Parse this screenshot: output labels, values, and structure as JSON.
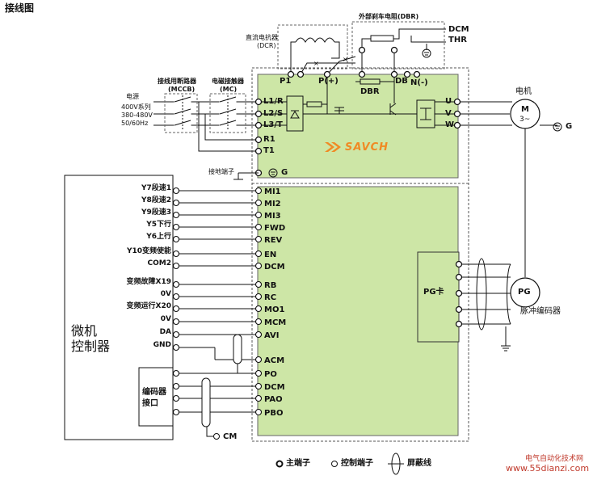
{
  "title": "接线图",
  "power": {
    "label": "电源",
    "spec": [
      "400V系列",
      "380-480V",
      "50/60Hz"
    ],
    "mccb_label": [
      "接线用断路器",
      "(MCCB)"
    ],
    "mc_label": [
      "电磁接触器",
      "(MC)"
    ],
    "ground_terminal_label": "接地端子"
  },
  "dcr_label": [
    "直流电抗器",
    "(DCR)"
  ],
  "dbr_ext_label": "外部刹车电阻(DBR)",
  "dcm_top": "DCM",
  "thr": "THR",
  "top_terminals": [
    "P1",
    "P(+)",
    "DB",
    "N(-)"
  ],
  "dbr_internal": "DBR",
  "input_terminals": [
    "L1/R",
    "L2/S",
    "L3/T",
    "R1",
    "T1",
    "G"
  ],
  "output_terminals": [
    "U",
    "V",
    "W"
  ],
  "motor": {
    "label": "电机",
    "symbol": "M",
    "phase": "3~",
    "ground": "G"
  },
  "brand": "SAVCH",
  "controller": {
    "label_line1": "微机",
    "label_line2": "控制器"
  },
  "encoder_interface": {
    "line1": "编码器",
    "line2": "接口"
  },
  "signals_left": [
    "Y7段速1",
    "Y8段速2",
    "Y9段速3",
    "Y5下行",
    "Y6上行",
    "Y10变频使能",
    "COM2",
    "变频故障X19",
    "0V",
    "变频运行X20",
    "0V",
    "DA",
    "GND"
  ],
  "control_terminals": [
    "MI1",
    "MI2",
    "MI3",
    "FWD",
    "REV",
    "EN",
    "DCM",
    "RB",
    "RC",
    "MO1",
    "MCM",
    "AVI",
    "ACM",
    "PO",
    "DCM",
    "PAO",
    "PBO"
  ],
  "cm": "CM",
  "pg_card": "PG卡",
  "pg_symbol": "PG",
  "pulse_encoder": "脉冲编码器",
  "legend": {
    "main_terminal": "主端子",
    "control_terminal": "控制端子",
    "shield": "屏蔽线"
  },
  "watermark": {
    "line1": "电气自动化技术网",
    "line2": "www.55dianzi.com"
  },
  "colors": {
    "inverter_fill": "#cde6a6",
    "watermark": "#c0392b",
    "logo": "#f08a24"
  }
}
